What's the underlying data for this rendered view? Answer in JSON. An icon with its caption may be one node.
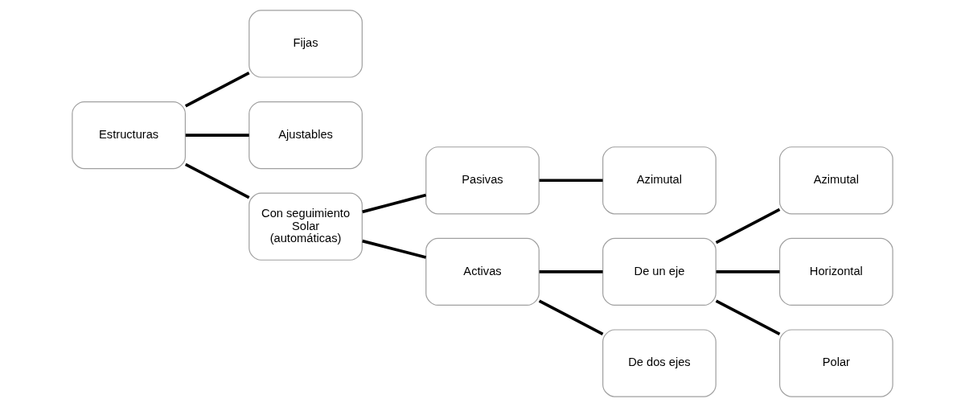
{
  "diagram": {
    "nodes": [
      {
        "text": [
          "Estructuras"
        ]
      },
      {
        "text": [
          "Fijas"
        ]
      },
      {
        "text": [
          "Ajustables"
        ]
      },
      {
        "text": [
          "Con seguimiento Solar (automáticas)"
        ]
      },
      {
        "text": [
          "Pasivas"
        ]
      },
      {
        "text": [
          "Azimutal"
        ]
      },
      {
        "text": [
          "Activas"
        ]
      },
      {
        "text": [
          "De un eje"
        ]
      },
      {
        "text": [
          "De dos ejes"
        ]
      },
      {
        "text": [
          "Azimutal"
        ]
      },
      {
        "text": [
          "Horizontal"
        ]
      },
      {
        "text": [
          "Polar"
        ]
      }
    ],
    "edges": [
      {
        "from": 0,
        "to": 1,
        "arrow": "none"
      },
      {
        "from": 0,
        "to": 2,
        "arrow": "none"
      },
      {
        "from": 0,
        "to": 3,
        "arrow": "none"
      },
      {
        "from": 3,
        "to": 4,
        "arrow": "none"
      },
      {
        "from": 3,
        "to": 6,
        "arrow": "none"
      },
      {
        "from": 4,
        "to": 5,
        "arrow": "none"
      },
      {
        "from": 6,
        "to": 7,
        "arrow": "none"
      },
      {
        "from": 6,
        "to": 8,
        "arrow": "none"
      },
      {
        "from": 7,
        "to": 9,
        "arrow": "none"
      },
      {
        "from": 7,
        "to": 10,
        "arrow": "none"
      },
      {
        "from": 7,
        "to": 11,
        "arrow": "none"
      }
    ]
  }
}
